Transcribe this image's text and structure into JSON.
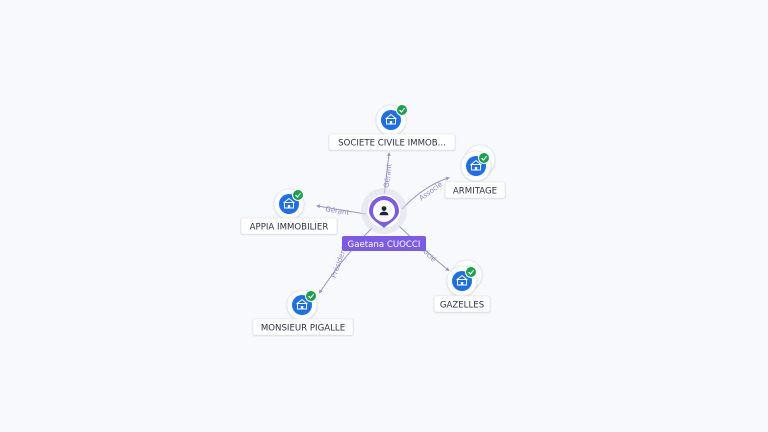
{
  "center": {
    "name": "Gaetana CUOCCI",
    "icon": "person-icon",
    "color": "#7b5ce6"
  },
  "company_icon": "building-icon",
  "verified_icon": "check-badge-icon",
  "colors": {
    "company_blue": "#1e6ee6",
    "verified_green": "#17a34a",
    "edge": "#9b96c9"
  },
  "nodes": [
    {
      "label": "SOCIETE CIVILE IMMOB...",
      "relation": "Gérant",
      "stacked": false
    },
    {
      "label": "ARMITAGE",
      "relation": "Associé",
      "stacked": true
    },
    {
      "label": "APPIA IMMOBILIER",
      "relation": "Gérant",
      "stacked": false
    },
    {
      "label": "GAZELLES",
      "relation": "Associé",
      "stacked": true
    },
    {
      "label": "MONSIEUR PIGALLE",
      "relation": "Président",
      "stacked": false
    }
  ]
}
